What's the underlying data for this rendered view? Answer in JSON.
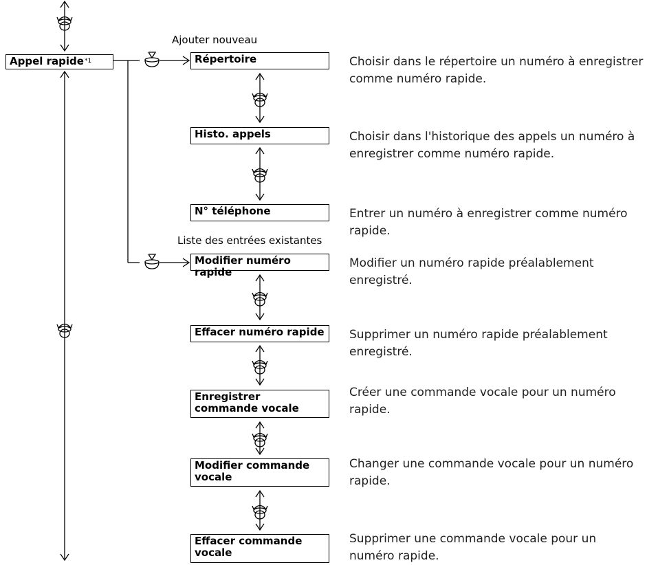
{
  "root": {
    "label": "Appel rapide",
    "note": "*1"
  },
  "sections": {
    "add_new": "Ajouter nouveau",
    "existing": "Liste des entrées existantes"
  },
  "add_items": [
    {
      "label": "Répertoire",
      "desc": "Choisir dans le répertoire un numéro à enregistrer comme numéro rapide."
    },
    {
      "label": "Histo. appels",
      "desc": "Choisir dans l'historique des appels un numéro à enregistrer comme numéro rapide."
    },
    {
      "label": "N° téléphone",
      "desc": "Entrer un numéro à enregistrer comme numéro rapide."
    }
  ],
  "existing_items": [
    {
      "label": "Modifier numéro rapide",
      "desc": "Modifier un numéro rapide préalablement enregistré."
    },
    {
      "label": "Effacer numéro rapide",
      "desc": "Supprimer un numéro rapide préalablement enregistré."
    },
    {
      "label": "Enregistrer commande vocale",
      "desc": "Créer une commande vocale pour un numéro rapide."
    },
    {
      "label": "Modifier commande vocale",
      "desc": "Changer une commande vocale pour un numéro rapide."
    },
    {
      "label": "Effacer commande vocale",
      "desc": "Supprimer une commande vocale pour un numéro rapide."
    }
  ],
  "icons": {
    "rotate": "rotate-knob-icon",
    "press": "press-knob-icon"
  }
}
